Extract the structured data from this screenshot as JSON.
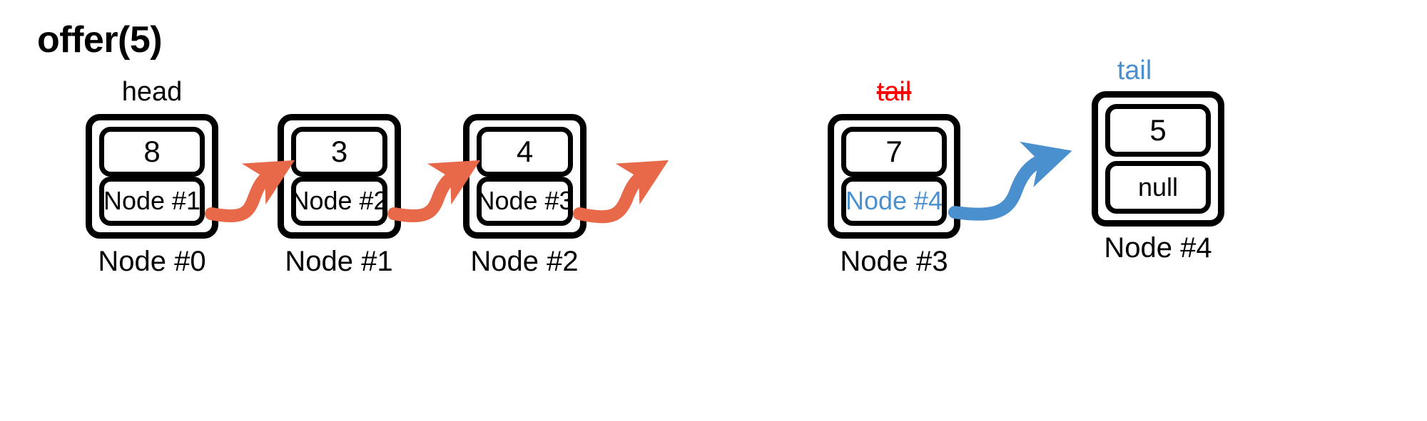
{
  "title": "offer(5)",
  "colors": {
    "ink": "#000000",
    "orange": "#e8694a",
    "blue": "#4a90cf",
    "red": "#ff0000",
    "background": "#ffffff"
  },
  "pointer_labels": {
    "head": "head",
    "tail_old": "tail",
    "tail_new": "tail"
  },
  "nodes": [
    {
      "label": "Node #0",
      "value": "8",
      "next": "Node #1",
      "next_color": "ink"
    },
    {
      "label": "Node #1",
      "value": "3",
      "next": "Node #2",
      "next_color": "ink"
    },
    {
      "label": "Node #2",
      "value": "4",
      "next": "Node #3",
      "next_color": "ink"
    },
    {
      "label": "Node #3",
      "value": "7",
      "next": "Node #4",
      "next_color": "blue"
    },
    {
      "label": "Node #4",
      "value": "5",
      "next": "null",
      "next_color": "ink"
    }
  ],
  "arrows": [
    {
      "name": "arrow-node0-to-node1",
      "color": "orange"
    },
    {
      "name": "arrow-node1-to-node2",
      "color": "orange"
    },
    {
      "name": "arrow-node2-to-node3",
      "color": "orange"
    },
    {
      "name": "arrow-node3-to-node4",
      "color": "blue"
    }
  ]
}
